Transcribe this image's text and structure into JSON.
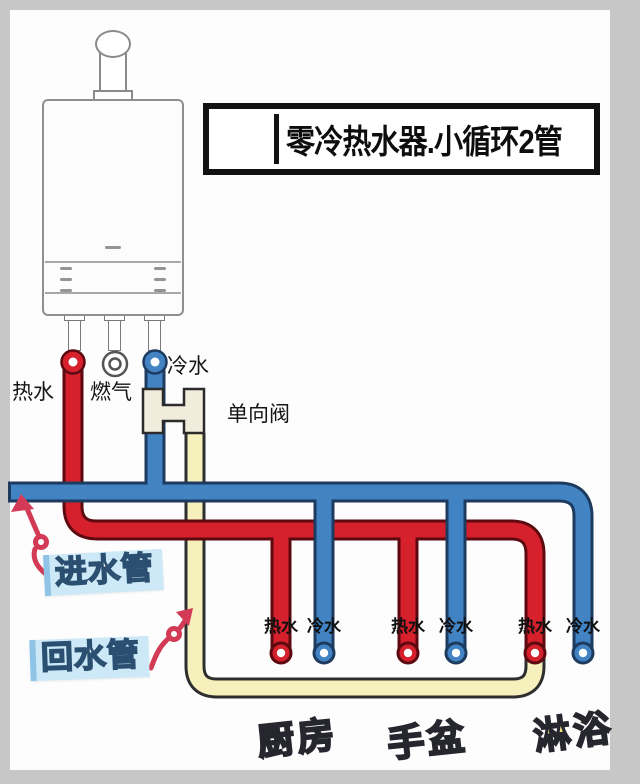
{
  "title": "零冷热水器.小循环2管",
  "heater": {
    "hot_port": "热水",
    "gas_port": "燃气",
    "cold_port": "冷水"
  },
  "valve_label": "单向阀",
  "annotations": {
    "inlet_pipe": "进水管",
    "return_pipe": "回水管"
  },
  "fixtures": [
    {
      "name": "厨房",
      "hot": "热水",
      "cold": "冷水"
    },
    {
      "name": "手盆",
      "hot": "热水",
      "cold": "冷水"
    },
    {
      "name": "淋浴",
      "hot": "热水",
      "cold": "冷水"
    }
  ],
  "colors": {
    "hot_pipe": "#d6202c",
    "hot_pipe_border": "#5c0a10",
    "cold_pipe": "#4283c4",
    "cold_pipe_border": "#1d3a5f",
    "return_pipe": "#f6f0bd",
    "return_pipe_border": "#2e2e2e",
    "valve_fill": "#f2ecdc",
    "arrow": "#d23a55",
    "highlight_bg": "#cde9f7",
    "highlight_bar": "#8fc4e6",
    "fixture_name": "#f0e382"
  }
}
